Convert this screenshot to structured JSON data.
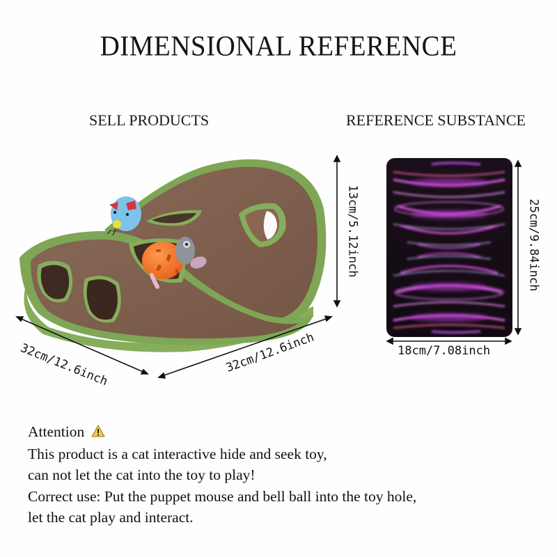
{
  "header": {
    "title": "DIMENSIONAL REFERENCE"
  },
  "sections": {
    "left_label": "SELL PRODUCTS",
    "right_label": "REFERENCE SUBSTANCE"
  },
  "product": {
    "name": "cat hide and seek toy",
    "colors": {
      "body": "#7d5e4d",
      "trim": "#7ea655",
      "ball": "#f5772a",
      "bird": "#7cc3ea",
      "mouse": "#8e949a"
    },
    "dimensions": {
      "height": "13cm/5.12inch",
      "depth": "32cm/12.6inch",
      "width": "32cm/12.6inch"
    }
  },
  "reference": {
    "name": "tablet",
    "dimensions": {
      "height": "25cm/9.84inch",
      "width": "18cm/7.08inch"
    },
    "colors": {
      "frame": "#141014",
      "glow": "#d04bd6"
    }
  },
  "notes": {
    "attention_label": "Attention",
    "warning_icon": "warning-triangle-icon",
    "lines": [
      "This product is a cat interactive hide and seek toy,",
      "can not let the cat into the toy to play!",
      "Correct use: Put the puppet mouse and bell ball into the toy hole,",
      "let the cat play and interact."
    ]
  }
}
